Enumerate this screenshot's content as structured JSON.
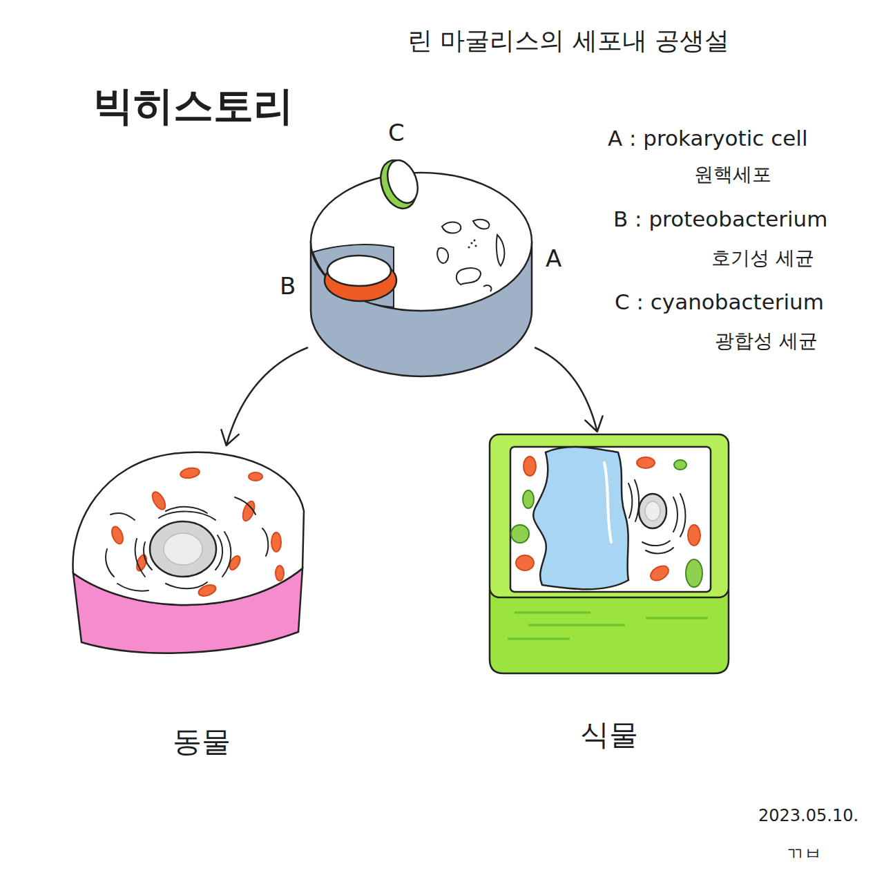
{
  "diagram": {
    "title": "린 마굴리스의 세포내 공생설",
    "nodes": [
      {
        "text": [
          "A"
        ]
      },
      {
        "text": [
          "B"
        ],
        "in": 0
      },
      {
        "text": [
          "C"
        ],
        "in": 0
      },
      {
        "text": [
          "동물"
        ]
      },
      {
        "text": [
          "식물"
        ]
      }
    ],
    "edges": [
      {
        "from": 0,
        "to": 3,
        "arrow": "to"
      },
      {
        "from": 0,
        "to": 4,
        "arrow": "to"
      }
    ],
    "labels": [
      "빅히스토리",
      "A : prokaryotic cell",
      "원핵세포",
      "B : proteobacterium",
      "호기성 세균",
      "C : cyanobacterium",
      "광합성 세균",
      "2023.05.10.",
      "ㄲㅂ"
    ]
  }
}
